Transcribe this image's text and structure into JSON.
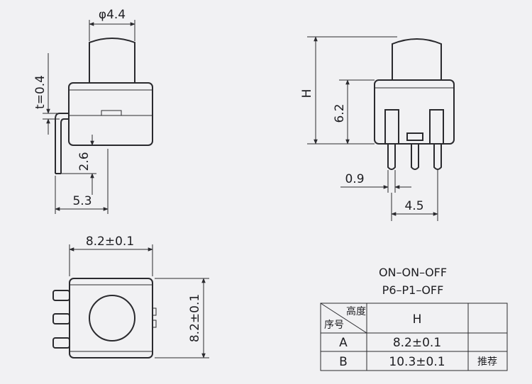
{
  "side_view": {
    "diameter": "φ4.4",
    "thickness": "t=0.4",
    "pin_offset": "2.6",
    "depth": "5.3"
  },
  "front_view": {
    "height": "H",
    "body_height": "6.2",
    "pin_width": "0.9",
    "pin_pitch": "4.5"
  },
  "top_view": {
    "width": "8.2±0.1",
    "length": "8.2±0.1"
  },
  "switch_type": {
    "function": "ON–ON–OFF",
    "positions": "P6–P1–OFF"
  },
  "spec_table": {
    "header_height": "高度",
    "header_index": "序号",
    "column_h": "H",
    "column_note": "",
    "rows": [
      {
        "index": "A",
        "h": "8.2±0.1",
        "note": ""
      },
      {
        "index": "B",
        "h": "10.3±0.1",
        "note": "推荐"
      }
    ]
  }
}
